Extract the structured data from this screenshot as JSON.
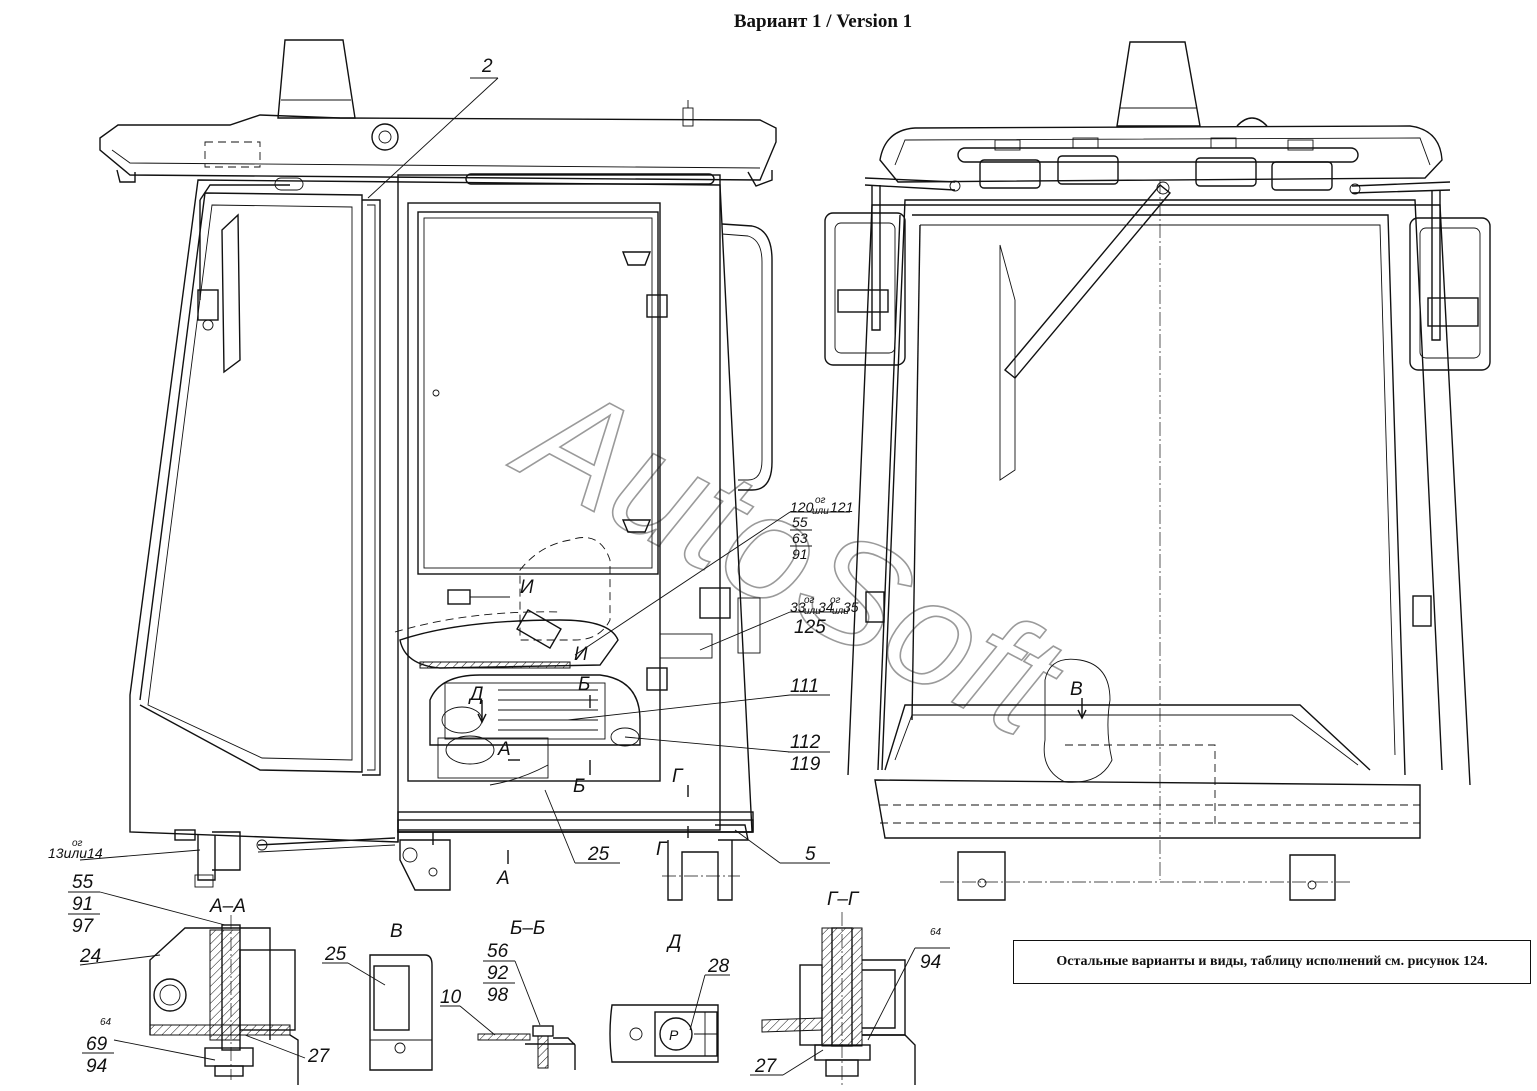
{
  "title": "Вариант 1 / Version 1",
  "watermark": "AutoSoft",
  "note": "Остальные варианты и виды, таблицу исполнений см. рисунок 124.",
  "callouts": {
    "c2": "2",
    "c120": "120",
    "og": "ог",
    "ili": "или",
    "c121": "121",
    "c55": "55",
    "c63": "63",
    "c91": "91",
    "c33": "33",
    "c34": "34",
    "c35": "35",
    "c125": "125",
    "c111": "111",
    "c112": "112",
    "c119": "119",
    "c13or14": "13или14",
    "c25": "25",
    "c5": "5",
    "c97": "97",
    "c24": "24",
    "c64": "64",
    "c69": "69",
    "c94": "94",
    "c27": "27",
    "c56": "56",
    "c92": "92",
    "c98": "98",
    "c10": "10",
    "c28": "28"
  },
  "section_labels": {
    "A": "А",
    "B": "Б",
    "G": "Г",
    "D": "Д",
    "V": "В",
    "I": "И",
    "AA": "А–А",
    "BB": "Б–Б",
    "GG": "Г–Г"
  },
  "colors": {
    "line": "#111111",
    "watermark": "#9a9a9a",
    "background": "#ffffff"
  }
}
